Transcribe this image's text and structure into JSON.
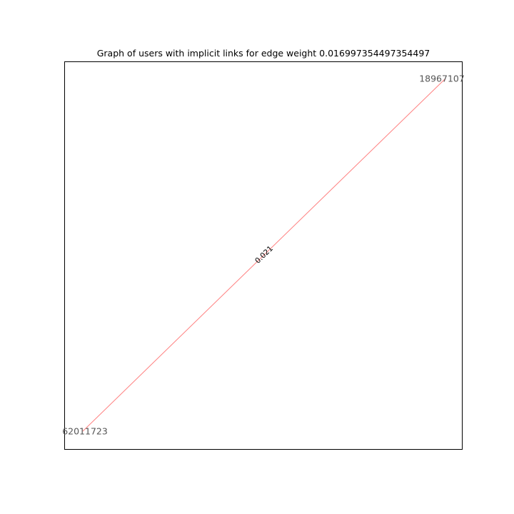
{
  "title": "Graph of users with implicit links for edge weight 0.016997354497354497",
  "graph": {
    "nodes": [
      {
        "id": "node-a",
        "label": "18967107"
      },
      {
        "id": "node-b",
        "label": "62011723"
      }
    ],
    "edges": [
      {
        "source": "node-b",
        "target": "node-a",
        "weight_label": "0.021"
      }
    ]
  },
  "colors": {
    "edge": "#ff7f7f",
    "node_label": "#555555",
    "edge_label": "#000000",
    "frame": "#000000",
    "background": "#ffffff"
  }
}
